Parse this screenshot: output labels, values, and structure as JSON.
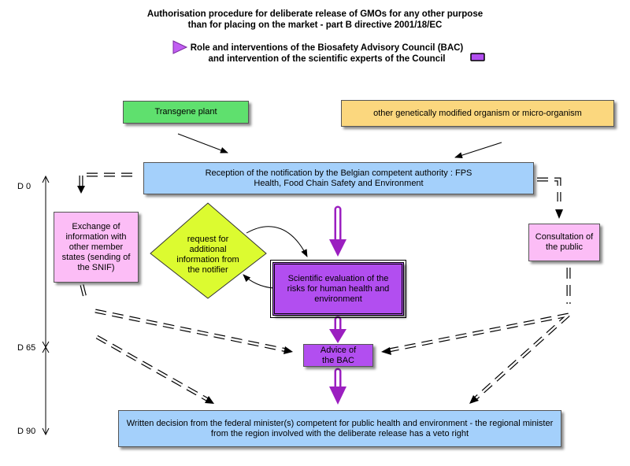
{
  "title": {
    "line1": "Authorisation procedure for deliberate release of GMOs for any other purpose",
    "line2": "than for placing on the market   - part B directive 2001/18/EC"
  },
  "legend": {
    "line1": "Role and interventions of the Biosafety Advisory Council (BAC)",
    "line2": "and intervention of the scientific experts of the Council"
  },
  "boxes": {
    "transgene_plant": "Transgene plant",
    "other_gmo": "other genetically modified organism or micro-organism",
    "reception": "Reception of the notification by the Belgian competent authority : FPS Health, Food Chain Safety and Environment",
    "exchange": "Exchange of information with other member states (sending of the SNIF)",
    "request": "request for additional information from the notifier",
    "scientific_eval": "Scientific evaluation of the risks for human health and environment",
    "consultation": "Consultation of the public",
    "advice": "Advice of the BAC",
    "decision": "Written decision from the federal minister(s) competent for public health and environment  - the regional minister from the region involved with the deliberate release has a veto right"
  },
  "timeline": {
    "d0": "D 0",
    "d65": "D 65",
    "d90": "D 90"
  },
  "colors": {
    "green": "#5fe06e",
    "orange": "#fbd77e",
    "blue": "#a4d0fb",
    "pink": "#fcbdf6",
    "purple": "#b24ef0",
    "yellow": "#dcfb30",
    "bac_arrow": "#9b1fc0"
  }
}
